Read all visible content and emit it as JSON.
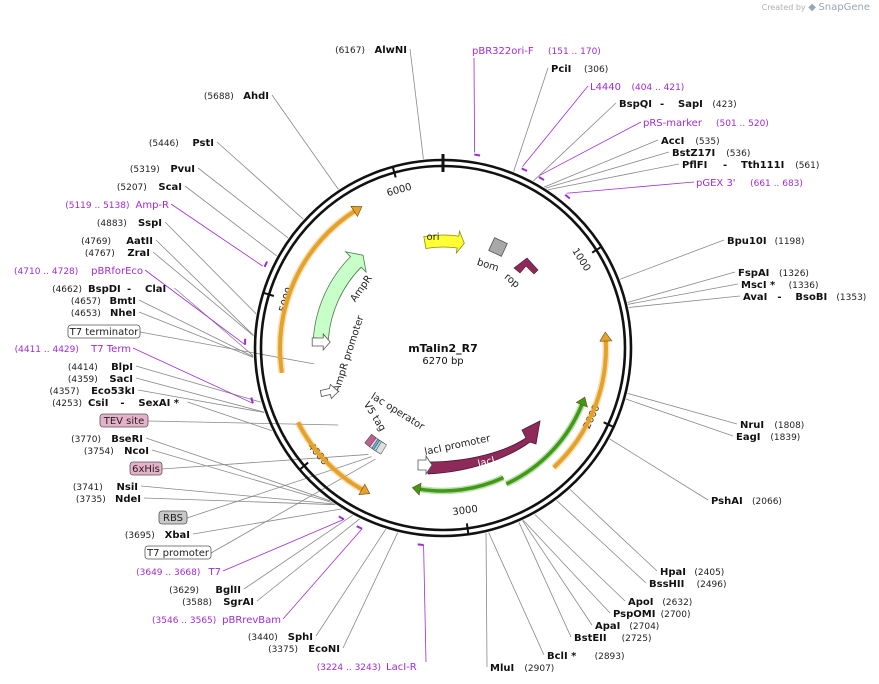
{
  "credit": {
    "created_by": "Created by",
    "brand": "SnapGene"
  },
  "plasmid": {
    "name": "mTalin2_R7",
    "length_label": "6270 bp",
    "length": 6270
  },
  "ticks": [
    "1000",
    "2000",
    "3000",
    "4000",
    "5000",
    "6000"
  ],
  "colors": {
    "primer": "#a12bd6",
    "backbone": "#111111",
    "orange": "#e5a22a",
    "green": "#3f9b16",
    "ori": "#ffff33",
    "ampr": "#c8ffc8",
    "laci": "#8e2a5a",
    "rop": "#8e2a5a",
    "tag_box": "#e6b1c8"
  },
  "sites_right": [
    {
      "pos": "(306)",
      "name": "PciI"
    },
    {
      "name": "BspQI",
      "sep": " - ",
      "name2": "SapI",
      "pos": "(423)"
    },
    {
      "name": "AccI",
      "pos": "(535)"
    },
    {
      "name": "BstZ17I",
      "pos": "(536)"
    },
    {
      "name": "PflFI",
      "sep": " - ",
      "name2": "Tth111I",
      "pos": "(561)"
    },
    {
      "name": "Bpu10I",
      "pos": "(1198)"
    },
    {
      "name": "FspAI",
      "pos": "(1326)"
    },
    {
      "name": "MscI *",
      "pos": "(1336)"
    },
    {
      "name": "AvaI",
      "sep": " - ",
      "name2": "BsoBI",
      "pos": "(1353)"
    },
    {
      "name": "NruI",
      "pos": "(1808)"
    },
    {
      "name": "EagI",
      "pos": "(1839)"
    },
    {
      "name": "PshAI",
      "pos": "(2066)"
    },
    {
      "name": "HpaI",
      "pos": "(2405)"
    },
    {
      "name": "BssHII",
      "pos": "(2496)"
    },
    {
      "name": "ApoI",
      "pos": "(2632)"
    },
    {
      "name": "PspOMI",
      "pos": "(2700)"
    },
    {
      "name": "ApaI",
      "pos": "(2704)"
    },
    {
      "name": "BstEII",
      "pos": "(2725)"
    },
    {
      "name": "BclI *",
      "pos": "(2893)"
    },
    {
      "name": "MluI",
      "pos": "(2907)"
    }
  ],
  "sites_left": [
    {
      "pos": "(6167)",
      "name": "AlwNI"
    },
    {
      "pos": "(5688)",
      "name": "AhdI"
    },
    {
      "pos": "(5446)",
      "name": "PstI"
    },
    {
      "pos": "(5319)",
      "name": "PvuI"
    },
    {
      "pos": "(5207)",
      "name": "ScaI"
    },
    {
      "pos": "(4883)",
      "name": "SspI"
    },
    {
      "pos": "(4769)",
      "name": "AatII"
    },
    {
      "pos": "(4767)",
      "name": "ZraI"
    },
    {
      "pos": "(4662)",
      "name": "BspDI",
      "sep": " - ",
      "name2": "ClaI"
    },
    {
      "pos": "(4657)",
      "name": "BmtI"
    },
    {
      "pos": "(4653)",
      "name": "NheI"
    },
    {
      "pos": "(4414)",
      "name": "BlpI"
    },
    {
      "pos": "(4359)",
      "name": "SacI"
    },
    {
      "pos": "(4357)",
      "name": "Eco53kI"
    },
    {
      "pos": "(4253)",
      "name": "CsiI",
      "sep": " - ",
      "name2": "SexAI *"
    },
    {
      "pos": "(3770)",
      "name": "BseRI"
    },
    {
      "pos": "(3754)",
      "name": "NcoI"
    },
    {
      "pos": "(3741)",
      "name": "NsiI"
    },
    {
      "pos": "(3735)",
      "name": "NdeI"
    },
    {
      "pos": "(3695)",
      "name": "XbaI"
    },
    {
      "pos": "(3629)",
      "name": "BglII"
    },
    {
      "pos": "(3588)",
      "name": "SgrAI"
    },
    {
      "pos": "(3440)",
      "name": "SphI"
    },
    {
      "pos": "(3375)",
      "name": "EcoNI"
    }
  ],
  "primers": [
    {
      "name": "pBR322ori-F",
      "range": "(151 .. 170)"
    },
    {
      "name": "L4440",
      "range": "(404 .. 421)"
    },
    {
      "name": "pRS-marker",
      "range": "(501 .. 520)"
    },
    {
      "name": "pGEX 3'",
      "range": "(661 .. 683)"
    },
    {
      "name": "Amp-R",
      "range": "(5119 .. 5138)"
    },
    {
      "name": "pBRforEco",
      "range": "(4710 .. 4728)"
    },
    {
      "name": "T7 Term",
      "range": "(4411 .. 4429)"
    },
    {
      "name": "T7",
      "range": "(3649 .. 3668)"
    },
    {
      "name": "pBRrevBam",
      "range": "(3546 .. 3565)"
    },
    {
      "name": "LacI-R",
      "range": "(3224 .. 3243)"
    }
  ],
  "feature_boxes": [
    {
      "label": "T7 terminator",
      "style": "white"
    },
    {
      "label": "TEV site",
      "style": "pink"
    },
    {
      "label": "6xHis",
      "style": "pink"
    },
    {
      "label": "RBS",
      "style": "gray"
    },
    {
      "label": "T7 promoter",
      "style": "white"
    }
  ],
  "features": {
    "ori": "ori",
    "ampr": "AmpR",
    "ampr_promoter": "AmpR promoter",
    "bom": "bom",
    "rop": "rop",
    "laci": "lacI",
    "laci_promoter": "lacI promoter",
    "lac_operator": "lac operator",
    "v5_tag": "V5 tag"
  }
}
